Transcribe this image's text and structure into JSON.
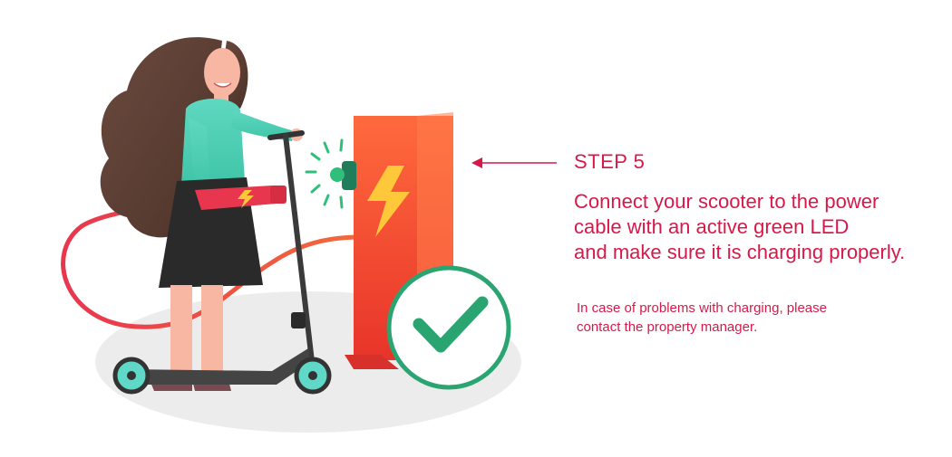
{
  "step": {
    "title": "STEP 5",
    "instruction_lines": [
      "Connect your scooter to the power",
      "cable with an active green LED",
      "and make sure it is charging properly."
    ],
    "note_lines": [
      "In case of problems with charging, please",
      "contact the property manager."
    ]
  },
  "colors": {
    "accent": "#d7194a",
    "charger": "#f0512c",
    "check_green": "#2aa571",
    "led_green": "#2fbf7a",
    "wheel": "#5fd8c8"
  },
  "icons": [
    "left-arrow-icon",
    "lightning-bolt-icon",
    "checkmark-icon",
    "led-glow-icon"
  ]
}
